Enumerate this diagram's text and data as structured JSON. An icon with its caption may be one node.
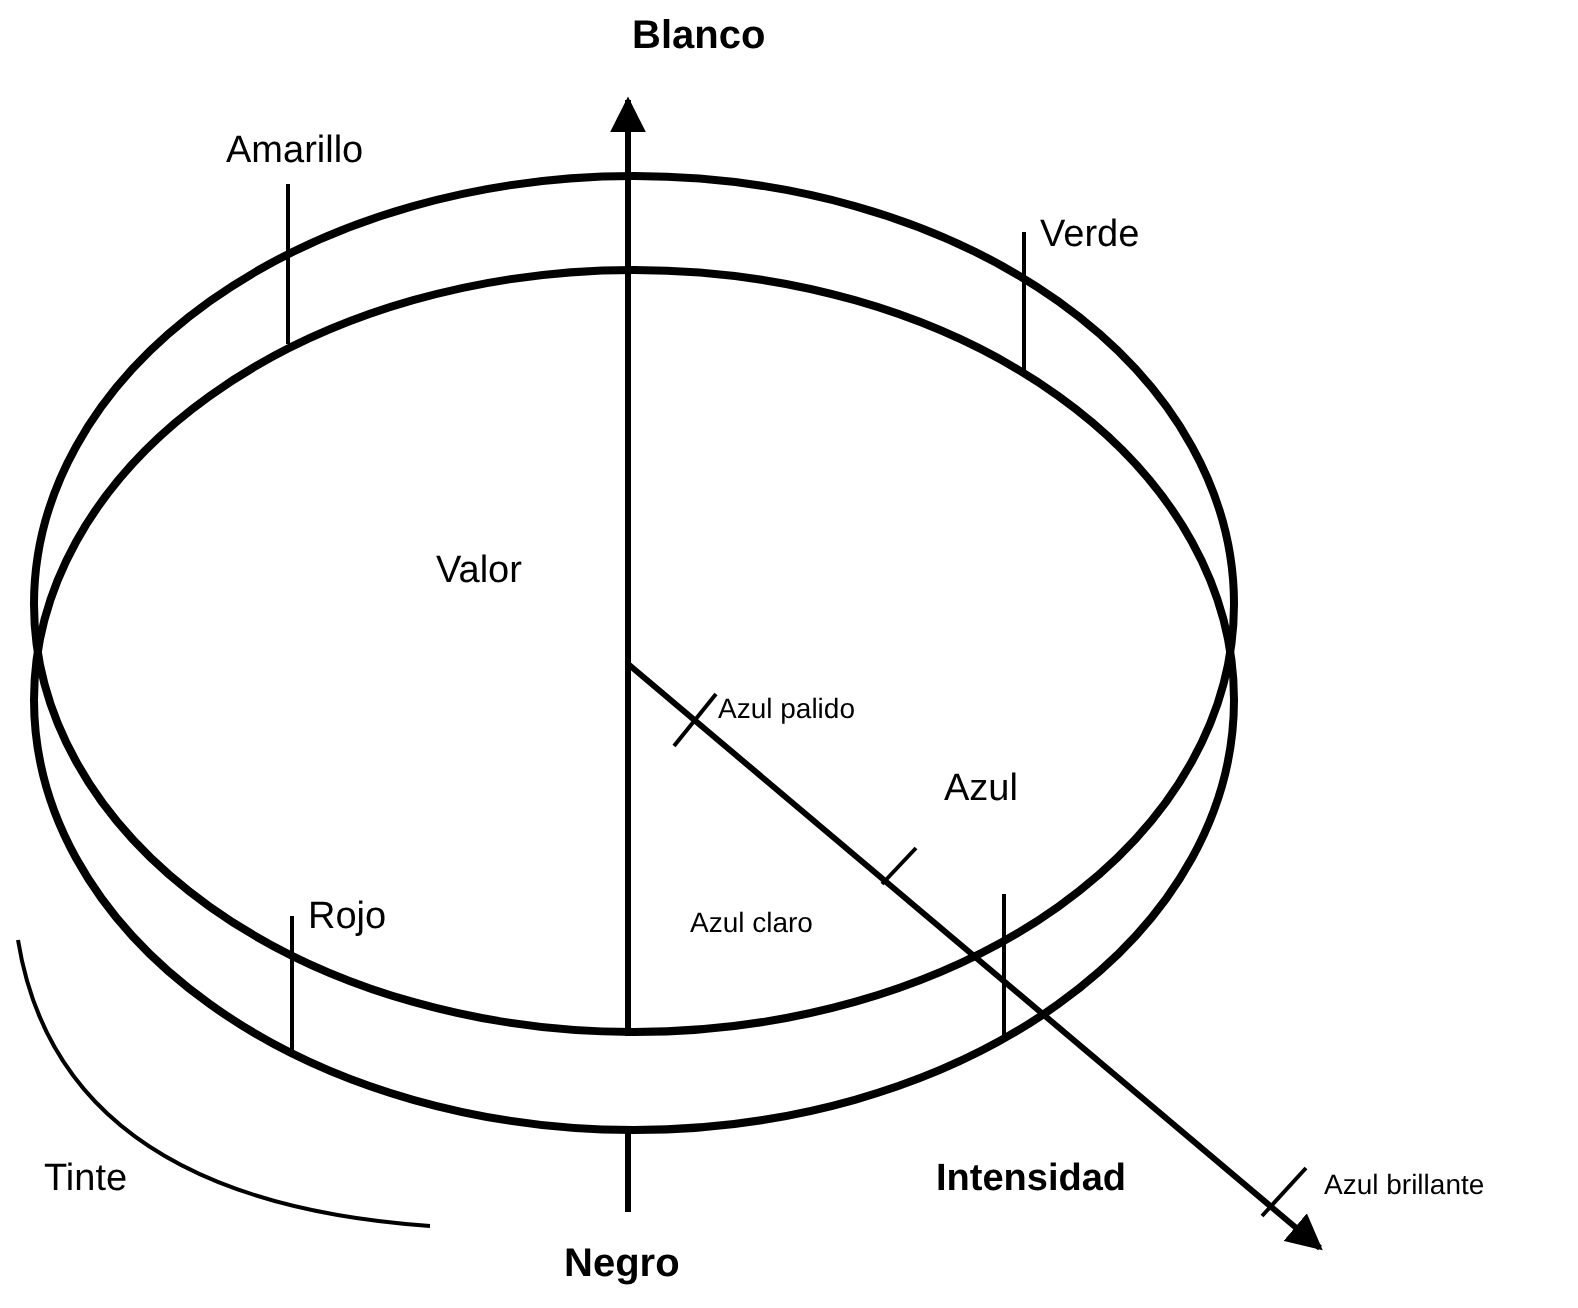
{
  "diagram": {
    "labels": [
      "Blanco",
      "Amarillo",
      "Verde",
      "Valor",
      "Azul palido",
      "Azul",
      "Azul claro",
      "Rojo",
      "Tinte",
      "Intensidad",
      "Azul brillante",
      "Negro"
    ]
  }
}
